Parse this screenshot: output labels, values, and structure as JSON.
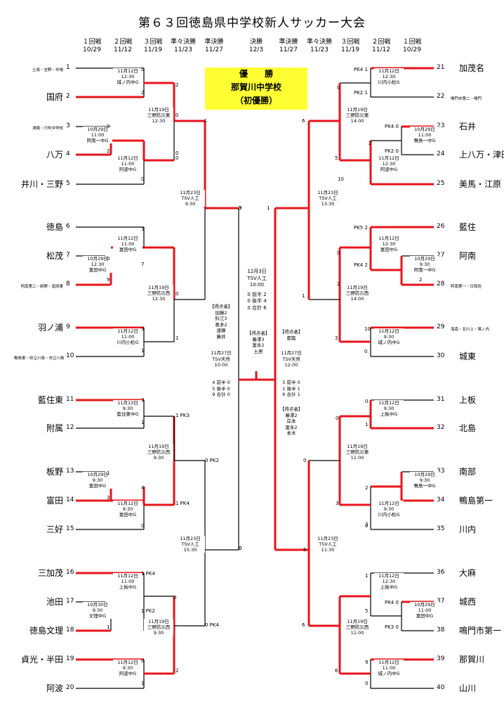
{
  "title": "第６３回徳島県中学校新人サッカー大会",
  "rounds_left": [
    {
      "name": "１回戦",
      "date": "10/29"
    },
    {
      "name": "２回戦",
      "date": "11/12"
    },
    {
      "name": "３回戦",
      "date": "11/19"
    },
    {
      "name": "準々決勝",
      "date": "11/23"
    },
    {
      "name": "準決勝",
      "date": "11/27"
    }
  ],
  "round_final": {
    "name": "決勝",
    "date": "12/3"
  },
  "rounds_right": [
    {
      "name": "準決勝",
      "date": "11/27"
    },
    {
      "name": "準々決勝",
      "date": "11/23"
    },
    {
      "name": "３回戦",
      "date": "11/19"
    },
    {
      "name": "２回戦",
      "date": "11/12"
    },
    {
      "name": "１回戦",
      "date": "10/29"
    }
  ],
  "champion": {
    "label": "優　　勝",
    "team": "那賀川中学校",
    "note": "（初優勝）"
  },
  "teams_left": [
    {
      "no": "1",
      "name": "土成・吉野・市場"
    },
    {
      "no": "2",
      "name": "国府"
    },
    {
      "no": "3",
      "name": "鴻陽・穴吹中学校"
    },
    {
      "no": "4",
      "name": "八万"
    },
    {
      "no": "5",
      "name": "井川・三野"
    },
    {
      "no": "6",
      "name": "徳島"
    },
    {
      "no": "7",
      "name": "松茂"
    },
    {
      "no": "8",
      "name": "阿南第二・新野・富岡東"
    },
    {
      "no": "9",
      "name": "羽ノ浦"
    },
    {
      "no": "10",
      "name": "鴨島東・県立川島・市立川島"
    },
    {
      "no": "11",
      "name": "藍住東"
    },
    {
      "no": "12",
      "name": "附属"
    },
    {
      "no": "13",
      "name": "板野"
    },
    {
      "no": "14",
      "name": "富田"
    },
    {
      "no": "15",
      "name": "三好"
    },
    {
      "no": "16",
      "name": "三加茂"
    },
    {
      "no": "17",
      "name": "池田"
    },
    {
      "no": "18",
      "name": "徳島文理"
    },
    {
      "no": "19",
      "name": "貞光・半田"
    },
    {
      "no": "20",
      "name": "阿波"
    }
  ],
  "teams_right": [
    {
      "no": "21",
      "name": "加茂名"
    },
    {
      "no": "22",
      "name": "鳴門市第二・鳴門"
    },
    {
      "no": "23",
      "name": "石井"
    },
    {
      "no": "24",
      "name": "上八万・津田"
    },
    {
      "no": "25",
      "name": "美馬・江原"
    },
    {
      "no": "26",
      "name": "藍住"
    },
    {
      "no": "27",
      "name": "阿南"
    },
    {
      "no": "28",
      "name": "阿南第一・日和佐"
    },
    {
      "no": "29",
      "name": "海南・北川上・鷲ノ内"
    },
    {
      "no": "30",
      "name": "城東"
    },
    {
      "no": "31",
      "name": "上板"
    },
    {
      "no": "32",
      "name": "北島"
    },
    {
      "no": "33",
      "name": "南部"
    },
    {
      "no": "34",
      "name": "鴨島第一"
    },
    {
      "no": "35",
      "name": "川内"
    },
    {
      "no": "36",
      "name": "大麻"
    },
    {
      "no": "37",
      "name": "城西"
    },
    {
      "no": "38",
      "name": "鳴門市第一"
    },
    {
      "no": "39",
      "name": "那賀川"
    },
    {
      "no": "40",
      "name": "山川"
    }
  ],
  "match_info": [
    "11月12日\n12:30\n城ノ内中G",
    "10月29日\n11:00\n阿南一中G",
    "11月12日\n11:00\n阿波中G",
    "11月19日\n三野防災東\n12:30",
    "11月12日\n11:00\n富田中G",
    "10月29日\n12:30\n富田中G",
    "11月12日\n11:00\n川内小松G",
    "11月19日\n三野防災西\n12:30",
    "11月23日\nTSV人工\n9:30",
    "11月13日\n9:30\n藍住東中G",
    "10月29日\n9:30\n富田中G",
    "11月12日\n9:30\n富田中G",
    "11月19日\n三野防災西\n9:30",
    "11月12日\n11:00\n上板中G",
    "10月30日\n9:30\n文理中G",
    "11月12日\n9:30\n阿波中G",
    "11月19日\n三野防災西\n9:30",
    "11月23日\nTSV人工\n15:30",
    "11月12日\n12:30\n川内小松G",
    "10月29日\n11:00\n鴨島一中G",
    "11月12日\n12:30\n阿波中G",
    "11月19日\n三野防災東\n14:00",
    "11月12日\n12:30\n富田中G",
    "10月29日\n9:30\n阿南一中G",
    "11月12日\n9:30\n城ノ内中G",
    "11月19日\n三野防災西\n14:00",
    "11月23日\nTSV人工\n13:30",
    "11月12日\n9:30\n上板中G",
    "10月29日\n9:30\n鴨島一中G",
    "11月12日\n9:30\n川内小松G",
    "11月19日\n三野防災東\n11:00",
    "11月12日\n12:30\n上板中G",
    "10月29日\n11:00\n富田中G",
    "11月12日\n11:00\n城ノ内中G",
    "11月19日\n三野防災西\n11:00",
    "11月23日\nTSV人工\n11:30"
  ],
  "semi_left": {
    "scorers": "【得点者】\n加藤2\n鈴江3\n喜多2\n遠藤\n藤井",
    "info": "11月27日\nTSV天然\n10:00",
    "score": "4 前半 0\n5 後半 0\n9 合計 0"
  },
  "semi_right": {
    "scorers": "【得点者】\n都築",
    "info": "11月27日\nTSV天然\n12:00",
    "score": "5 前半 0\n1 後半 1\n6 合計 1",
    "scorers2": "【得点者】\n藤澤2\n岸本\n富永2\n本木"
  },
  "final": {
    "info": "12月3日\nTSV人工\n10:00",
    "score": "0 前半 2\n0 後半 4\n0 合計 6",
    "scorers": "【得点者】\n藤澤3\n富永2\n土居"
  },
  "scores": [
    "0",
    "2",
    "0",
    "2",
    "0",
    "2",
    "0",
    "4",
    "5",
    "0",
    "0",
    "3",
    "0",
    "7",
    "9",
    "3",
    "1",
    "0",
    "1",
    "9",
    "3",
    "1",
    "1 PK3",
    "1",
    "4",
    "3",
    "0",
    "1 PK4",
    "0 PK2",
    "0",
    "1 PK4",
    "0",
    "1 PK2",
    "1",
    "0",
    "1",
    "2",
    "0 PK4",
    "0",
    "PK4 1",
    "PK2 1",
    "0",
    "PK4 0",
    "PK2 0",
    "2",
    "6",
    "10",
    "5",
    "1",
    "PK5 2",
    "PK4 2",
    "0",
    "2",
    "2",
    "10",
    "0",
    "3",
    "1",
    "0",
    "1",
    "0",
    "0",
    "2",
    "3",
    "0",
    "3",
    "6",
    "1",
    "PK4 0",
    "PK3 0",
    "5",
    "9",
    "0",
    "6",
    "6"
  ],
  "colors": {
    "winner_line": "#e8141b",
    "loser_line": "#000000",
    "champ_bg": "#ffff33"
  }
}
